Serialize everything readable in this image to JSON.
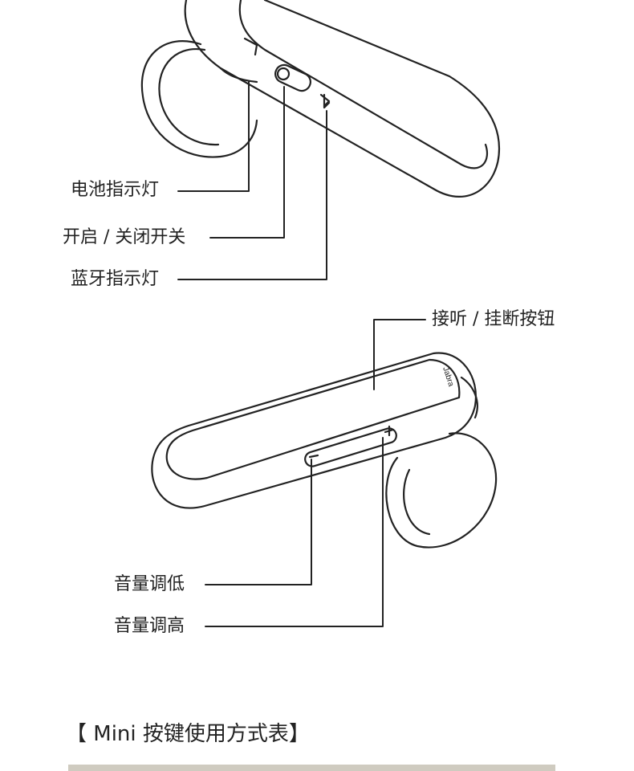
{
  "top_device": {
    "labels": {
      "battery_indicator": "电池指示灯",
      "power_switch": "开启 / 关闭开关",
      "bluetooth_indicator": "蓝牙指示灯"
    }
  },
  "bottom_device": {
    "brand_text": "Jabra",
    "labels": {
      "answer_button": "接听 / 挂断按钮",
      "volume_down": "音量调低",
      "volume_up": "音量调高"
    }
  },
  "section": {
    "title": "【 Mini 按键使用方式表】"
  },
  "colors": {
    "line": "#222222",
    "table_bar": "#cfcbc0"
  }
}
